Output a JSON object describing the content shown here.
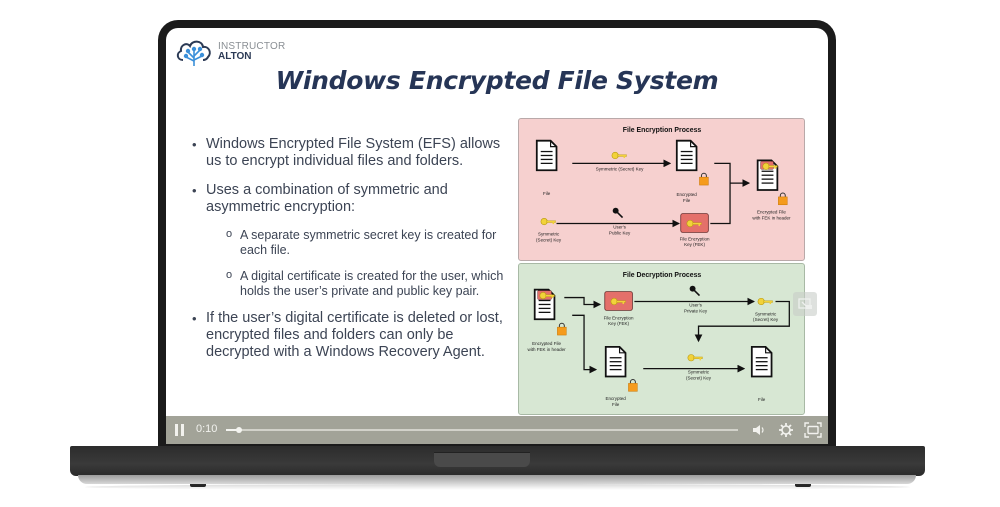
{
  "logo": {
    "line1": "INSTRUCTOR",
    "line2": "ALTON",
    "icon": "cloud-circuit-icon"
  },
  "slide": {
    "title": "Windows Encrypted File System",
    "bullets": [
      {
        "text": "Windows Encrypted File System (EFS) allows us to encrypt individual files and folders."
      },
      {
        "text": "Uses a combination of symmetric and asymmetric encryption:",
        "sub": [
          "A separate symmetric secret key is created for each file.",
          "A digital certificate is created for the user, which holds the user’s private and public key pair."
        ]
      },
      {
        "text": "If the user’s digital certificate is deleted or lost, encrypted files and folders can only be decrypted with a Windows Recovery Agent."
      }
    ]
  },
  "diagrams": {
    "encryption": {
      "title": "File Encryption Process",
      "background": "#f6d0cf",
      "labels": {
        "file": "File",
        "sym_key_arrow": "Symmetric (Secret) Key",
        "encrypted_file_1": "Encrypted",
        "encrypted_file_2": "File",
        "sym_key_1": "Symmetric",
        "sym_key_2": "(Secret) Key",
        "public_key_1": "User's",
        "public_key_2": "Public Key",
        "fek_1": "File Encryption",
        "fek_2": "Key (FEK)",
        "result_1": "Encrypted File",
        "result_2": "with FEK in header"
      }
    },
    "decryption": {
      "title": "File Decryption Process",
      "background": "#d7e7d3",
      "labels": {
        "source_1": "Encrypted File",
        "source_2": "with FEK in header",
        "fek_1": "File Encryption",
        "fek_2": "Key (FEK)",
        "private_key_1": "User's",
        "private_key_2": "Private Key",
        "sym_key_1": "Symmetric",
        "sym_key_2": "(Secret) Key",
        "enc_file_1": "Encrypted",
        "enc_file_2": "File",
        "sym_key_arrow_1": "Symmetric",
        "sym_key_arrow_2": "(Secret) Key",
        "file": "File"
      }
    }
  },
  "player": {
    "state": "playing",
    "time": "0:10",
    "progress_percent": 2.5,
    "icons": {
      "pause": "pause-icon",
      "volume": "volume-icon",
      "settings": "gear-icon",
      "fullscreen": "fullscreen-icon",
      "zoom": "zoom-image-icon"
    }
  },
  "colors": {
    "title": "#263556",
    "body_text": "#3c4454",
    "controls_bar": "#a2a398",
    "key_yellow": "#f2d23a",
    "lock_orange": "#f59b1d",
    "fek_red": "#e4706a"
  }
}
